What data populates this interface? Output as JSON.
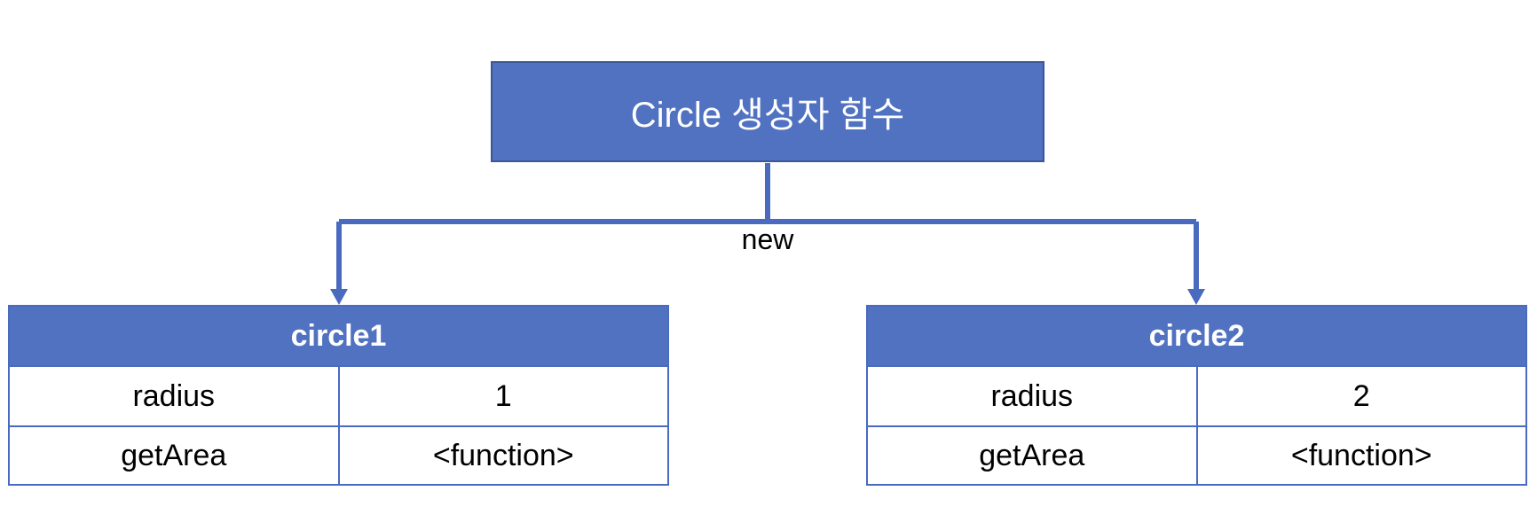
{
  "constructor": {
    "label": "Circle 생성자 함수"
  },
  "connector": {
    "label": "new",
    "color": "#4a6ac0"
  },
  "objects": [
    {
      "name": "circle1",
      "rows": [
        {
          "key": "radius",
          "value": "1"
        },
        {
          "key": "getArea",
          "value": "<function>"
        }
      ]
    },
    {
      "name": "circle2",
      "rows": [
        {
          "key": "radius",
          "value": "2"
        },
        {
          "key": "getArea",
          "value": "<function>"
        }
      ]
    }
  ],
  "colors": {
    "header_fill": "#5072c0",
    "border": "#4a6ac0",
    "text_on_header": "#ffffff"
  }
}
